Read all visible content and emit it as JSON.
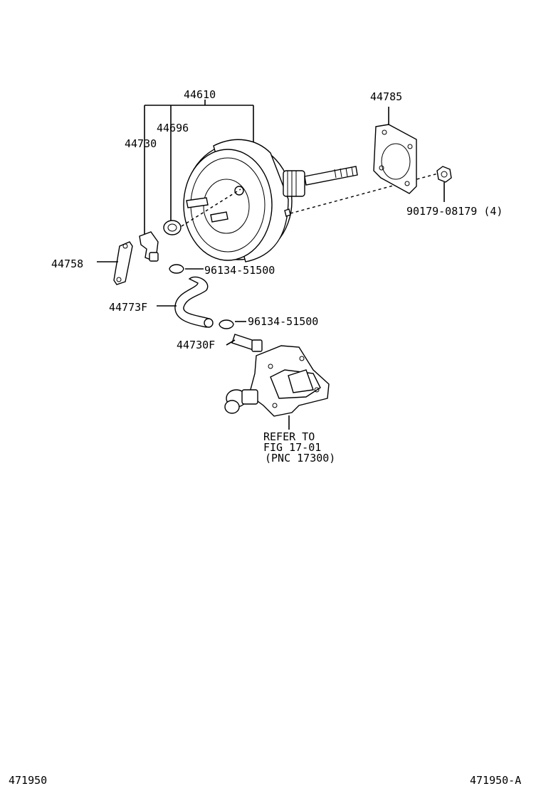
{
  "labels": {
    "booster_assembly": "44610",
    "check_valve_grommet": "44696",
    "union": "44730",
    "gasket": "44785",
    "nut": "90179-08179 (4)",
    "clamp_bracket": "44758",
    "hose_clip_upper": "96134-51500",
    "hose": "44773F",
    "hose_clip_lower": "96134-51500",
    "union_f": "44730F",
    "refer_line1": "REFER TO",
    "refer_line2": "FIG 17-01",
    "refer_line3": "(PNC 17300)"
  },
  "footer": {
    "left_code": "471950",
    "right_code": "471950-A"
  }
}
